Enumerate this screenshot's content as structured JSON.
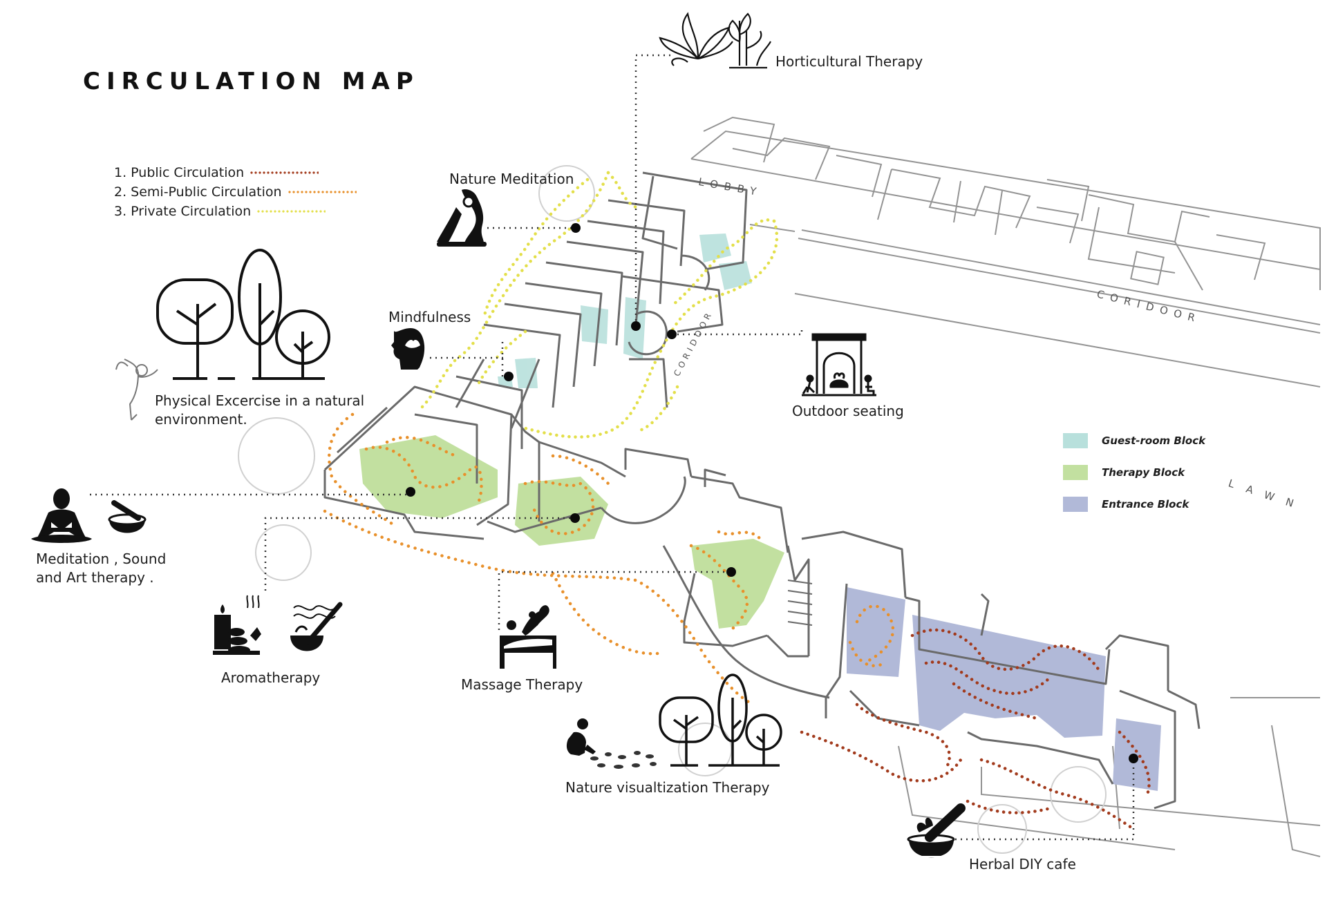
{
  "title": "CIRCULATION MAP",
  "circulation_legend": [
    {
      "label": "1. Public Circulation",
      "color": "#a23a1c"
    },
    {
      "label": "2. Semi-Public Circulation",
      "color": "#e8902b"
    },
    {
      "label": "3. Private Circulation",
      "color": "#e3df4a"
    }
  ],
  "block_legend": [
    {
      "label": "Guest-room  Block",
      "color": "#b8e0dc"
    },
    {
      "label": "Therapy Block",
      "color": "#c2e0a0"
    },
    {
      "label": "Entrance Block",
      "color": "#b1b9d8"
    }
  ],
  "plan_labels": {
    "lobby": "LOBBY",
    "coridoor": "CORIDOOR",
    "coridoor_small": "CORIDOOR",
    "lawn": "LAWN"
  },
  "activities": {
    "horticultural": "Horticultural Therapy",
    "nature_meditation": "Nature Meditation",
    "mindfulness": "Mindfulness",
    "physical_line1": "Physical Excercise in a natural",
    "physical_line2": "environment.",
    "outdoor_seating": "Outdoor seating",
    "meditation_line1": "Meditation , Sound",
    "meditation_line2": "and Art therapy .",
    "aromatherapy": "Aromatherapy",
    "massage": "Massage Therapy",
    "nature_visualization": "Nature visualtization Therapy",
    "herbal": "Herbal DIY cafe"
  },
  "icons": [
    "plants-icon",
    "yoga-figure-icon",
    "head-lotus-icon",
    "trees-icon",
    "yoga-pose-icon",
    "arch-seating-icon",
    "meditating-person-icon",
    "singing-bowl-icon",
    "candles-stones-icon",
    "incense-bowl-icon",
    "massage-icon",
    "crouching-person-icon",
    "herbal-mortar-icon"
  ]
}
